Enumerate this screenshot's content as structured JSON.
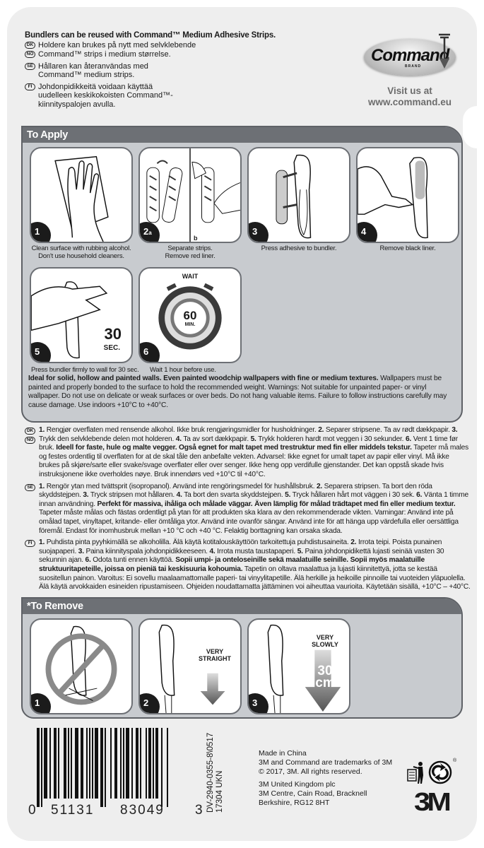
{
  "header": {
    "title": "Bundlers can be reused with Command™ Medium Adhesive Strips.",
    "notes": [
      {
        "badge": "DK",
        "text": "Holdere kan brukes på nytt med selvklebende"
      },
      {
        "badge": "NO",
        "text": "Command™ strips i medium størrelse."
      },
      {
        "badge": "SE",
        "text": "Hållaren kan återanvändas med\nCommand™ medium strips."
      },
      {
        "badge": "FI",
        "text": "Johdonpidikkeitä voidaan käyttää\nuudelleen keskikokoisten Command™-\nkiinnityspalojen avulla."
      }
    ]
  },
  "brand": {
    "logo": "Command",
    "logo_sub": "BRAND",
    "visit": "Visit us at",
    "url": "www.command.eu"
  },
  "apply": {
    "title": "To Apply",
    "steps": [
      {
        "num": "1",
        "caption": "Clean surface with rubbing alcohol.\nDon't use household cleaners."
      },
      {
        "num": "2",
        "sub": "a",
        "num_b": "b",
        "caption": "Separate strips.\nRemove red liner."
      },
      {
        "num": "3",
        "caption": "Press adhesive to bundler."
      },
      {
        "num": "4",
        "caption": "Remove black liner."
      },
      {
        "num": "5",
        "caption": "Press bundler firmly to wall for 30 sec.",
        "time": "30",
        "unit": "SEC."
      },
      {
        "num": "6",
        "caption": "Wait 1 hour before use.",
        "wait": "WAIT",
        "time": "60",
        "unit": "MIN."
      }
    ],
    "warning": [
      {
        "t": "Ideal for solid, hollow and painted walls. Even painted woodchip wallpapers with fine or medium textures.",
        "b": true
      },
      {
        "t": " Wallpapers must be painted and properly bonded to the surface to hold the recommended weight. Warnings: Not suitable for unpainted paper- or vinyl wallpaper. Do not use on delicate or weak surfaces or over beds. Do not hang valuable items. Failure to follow instructions carefully may cause damage. Use indoors +10°C to +40°C.",
        "b": false
      }
    ]
  },
  "languages": [
    {
      "badges": [
        "DK",
        "NO"
      ],
      "segments": [
        {
          "t": "1.",
          "b": true
        },
        {
          "t": " Rengjør overflaten med rensende alkohol. Ikke bruk rengjøringsmidler for husholdninger. ",
          "b": false
        },
        {
          "t": "2.",
          "b": true
        },
        {
          "t": " Separer stripsene. Ta av rødt dækkpapir. ",
          "b": false
        },
        {
          "t": "3.",
          "b": true
        },
        {
          "t": " Trykk den selvklebende delen mot holderen. ",
          "b": false
        },
        {
          "t": "4.",
          "b": true
        },
        {
          "t": " Ta av sort dækkpapir. ",
          "b": false
        },
        {
          "t": "5.",
          "b": true
        },
        {
          "t": " Trykk holderen hardt mot veggen i 30 sekunder. ",
          "b": false
        },
        {
          "t": "6.",
          "b": true
        },
        {
          "t": " Vent 1 time før bruk. ",
          "b": false
        },
        {
          "t": "Ideell for faste, hule og malte vegger. Også egnet for malt tapet med trestruktur med fin eller middels tekstur.",
          "b": true
        },
        {
          "t": " Tapeter må males og festes ordentlig til overflaten for at de skal tåle den anbefalte vekten. Advarsel: Ikke egnet for umalt tapet av papir eller vinyl. Må ikke brukes på skjøre/sarte eller svake/svage overflater eller over senger. Ikke heng opp verdifulle gjenstander. Det kan oppstå skade hvis instruksjonene ikke overholdes nøye. Bruk innendørs ved +10°C til +40°C.",
          "b": false
        }
      ]
    },
    {
      "badges": [
        "SE"
      ],
      "segments": [
        {
          "t": "1.",
          "b": true
        },
        {
          "t": " Rengör ytan med tvättsprit (isopropanol). Använd inte rengöringsmedel för hushållsbruk. ",
          "b": false
        },
        {
          "t": "2.",
          "b": true
        },
        {
          "t": " Separera stripsen. Ta bort den röda skyddstejpen. ",
          "b": false
        },
        {
          "t": "3.",
          "b": true
        },
        {
          "t": " Tryck stripsen mot hållaren. ",
          "b": false
        },
        {
          "t": "4.",
          "b": true
        },
        {
          "t": " Ta bort den svarta skyddstejpen. ",
          "b": false
        },
        {
          "t": "5.",
          "b": true
        },
        {
          "t": " Tryck hållaren hårt mot väggen i 30 sek. ",
          "b": false
        },
        {
          "t": "6.",
          "b": true
        },
        {
          "t": " Vänta 1 timme innan användning. ",
          "b": false
        },
        {
          "t": "Perfekt för massiva, ihåliga och målade väggar. Även lämplig för målad trädtapet med fin eller medium textur.",
          "b": true
        },
        {
          "t": " Tapeter måste målas och fästas ordentligt på ytan för att produkten ska klara av den rekommenderade vikten. Varningar: Använd inte på omålad tapet, vinyltapet, kritande- eller ömtåliga ytor. Använd inte ovanför sängar. Använd inte för att hänga upp värdefulla eller oersättliga föremål. Endast för inomhusbruk mellan +10 °C och +40 °C. Felaktig borttagning kan orsaka skada.",
          "b": false
        }
      ]
    },
    {
      "badges": [
        "FI"
      ],
      "segments": [
        {
          "t": "1.",
          "b": true
        },
        {
          "t": " Puhdista pinta pyyhkimällä se alkoholilla. Älä käytä kotitalouskäyttöön tarkoitettuja puhdistusaineita. ",
          "b": false
        },
        {
          "t": "2.",
          "b": true
        },
        {
          "t": " Irrota teipi. Poista punainen suojapaperi. ",
          "b": false
        },
        {
          "t": "3.",
          "b": true
        },
        {
          "t": " Paina kiinnityspala johdonpidikkeeseen. ",
          "b": false
        },
        {
          "t": "4.",
          "b": true
        },
        {
          "t": " Irrota musta taustapaperi. ",
          "b": false
        },
        {
          "t": "5.",
          "b": true
        },
        {
          "t": " Paina johdonpidikettä lujasti seinää vasten 30 sekunnin ajan. ",
          "b": false
        },
        {
          "t": "6.",
          "b": true
        },
        {
          "t": " Odota tunti ennen käyttöä. ",
          "b": false
        },
        {
          "t": "Sopii umpi- ja onteloseinille sekä maalatuille seinille. Sopii myös maalatuille struktuuritapeteille, joissa on pieniä tai keskisuuria kohoumia.",
          "b": true
        },
        {
          "t": " Tapetin on oltava maalattua ja lujasti kiinnitettyä, jotta se kestää suositellun painon. Varoitus: Ei sovellu maalaamattomalle paperi- tai vinyylitapetille. Älä herkille ja heikoille pinnoille tai vuoteiden yläpuolella. Älä käytä arvokkaiden esineiden ripustamiseen. Ohjeiden noudattamatta jättäminen voi aiheuttaa vaurioita. Käytetään sisällä, +10°C – +40°C.",
          "b": false
        }
      ]
    }
  ],
  "remove": {
    "title": "*To Remove",
    "steps": [
      {
        "num": "1"
      },
      {
        "num": "2",
        "label": "VERY\nSTRAIGHT"
      },
      {
        "num": "3",
        "label": "VERY\nSLOWLY",
        "distance": "30\ncm"
      }
    ]
  },
  "footer": {
    "barcode": {
      "first": "0",
      "left": "51131",
      "right": "83049",
      "check": "3"
    },
    "codes": [
      "DV-2940-0355-8\\0517",
      "17304 UKN"
    ],
    "legal": [
      "Made in China",
      "3M and Command are trademarks of 3M",
      "© 2017, 3M. All rights reserved."
    ],
    "address": [
      "3M United Kingdom plc",
      "3M Centre, Cain Road, Bracknell",
      "Berkshire, RG12 8HT"
    ],
    "registered": "®",
    "logo": "3M"
  },
  "colors": {
    "panel": "#c8cbcf",
    "panel_bar": "#6d7075",
    "card": "#eeeeee"
  }
}
